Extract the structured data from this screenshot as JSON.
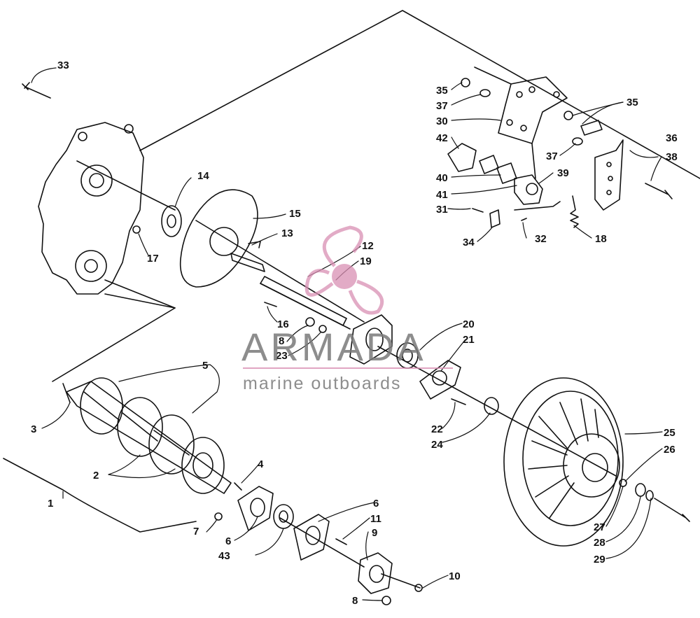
{
  "callouts": [
    {
      "id": "c33a",
      "text": "33"
    },
    {
      "id": "c14",
      "text": "14"
    },
    {
      "id": "c15",
      "text": "15"
    },
    {
      "id": "c13",
      "text": "13"
    },
    {
      "id": "c17",
      "text": "17"
    },
    {
      "id": "c12",
      "text": "12"
    },
    {
      "id": "c19",
      "text": "19"
    },
    {
      "id": "c16",
      "text": "16"
    },
    {
      "id": "c8a",
      "text": "8"
    },
    {
      "id": "c23",
      "text": "23"
    },
    {
      "id": "c20",
      "text": "20"
    },
    {
      "id": "c21",
      "text": "21"
    },
    {
      "id": "c5",
      "text": "5"
    },
    {
      "id": "c3",
      "text": "3"
    },
    {
      "id": "c2",
      "text": "2"
    },
    {
      "id": "c1",
      "text": "1"
    },
    {
      "id": "c4",
      "text": "4"
    },
    {
      "id": "c7",
      "text": "7"
    },
    {
      "id": "c6a",
      "text": "6"
    },
    {
      "id": "c43",
      "text": "43"
    },
    {
      "id": "c6b",
      "text": "6"
    },
    {
      "id": "c11",
      "text": "11"
    },
    {
      "id": "c9",
      "text": "9"
    },
    {
      "id": "c10",
      "text": "10"
    },
    {
      "id": "c8b",
      "text": "8"
    },
    {
      "id": "c22",
      "text": "22"
    },
    {
      "id": "c24",
      "text": "24"
    },
    {
      "id": "c25",
      "text": "25"
    },
    {
      "id": "c26",
      "text": "26"
    },
    {
      "id": "c27",
      "text": "27"
    },
    {
      "id": "c28",
      "text": "28"
    },
    {
      "id": "c29",
      "text": "29"
    },
    {
      "id": "c35a",
      "text": "35"
    },
    {
      "id": "c37a",
      "text": "37"
    },
    {
      "id": "c30",
      "text": "30"
    },
    {
      "id": "c42",
      "text": "42"
    },
    {
      "id": "c40",
      "text": "40"
    },
    {
      "id": "c41",
      "text": "41"
    },
    {
      "id": "c31",
      "text": "31"
    },
    {
      "id": "c34",
      "text": "34"
    },
    {
      "id": "c32",
      "text": "32"
    },
    {
      "id": "c18",
      "text": "18"
    },
    {
      "id": "c35b",
      "text": "35"
    },
    {
      "id": "c36",
      "text": "36"
    },
    {
      "id": "c38",
      "text": "38"
    },
    {
      "id": "c37b",
      "text": "37"
    },
    {
      "id": "c39",
      "text": "39"
    }
  ],
  "watermark": {
    "name": "ARMADA",
    "tagline": "marine outboards",
    "logo_color": "#d98fb3",
    "text_color": "#7a7a7a"
  },
  "colors": {
    "line": "#111111",
    "background": "#ffffff"
  }
}
